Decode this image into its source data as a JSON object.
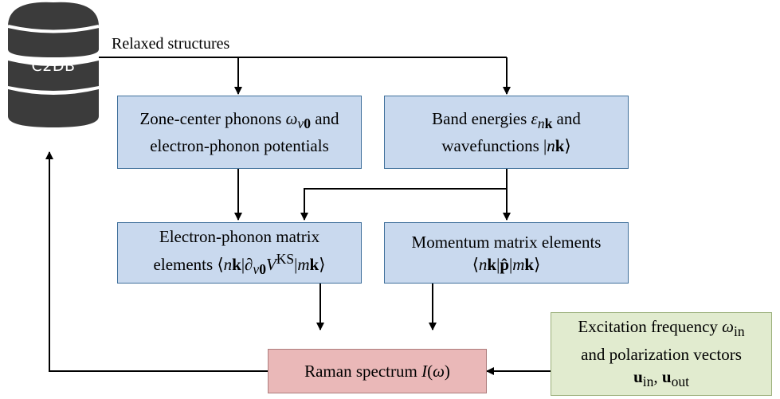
{
  "database": {
    "name": "C2DB"
  },
  "top_label": "Relaxed structures",
  "boxes": {
    "phonons": {
      "line1": "Zone-center phonons",
      "line2": "and",
      "line3": "electron-phonon potentials"
    },
    "bands": {
      "line1": "Band energies",
      "line2": "and",
      "line3": "wavefunctions"
    },
    "elph": {
      "line1": "Electron-phonon matrix",
      "line2": "elements"
    },
    "momentum": {
      "line1": "Momentum matrix elements"
    },
    "raman": {
      "line1": "Raman spectrum"
    },
    "excitation": {
      "line1": "Excitation frequency",
      "line2": "and polarization vectors"
    }
  },
  "colors": {
    "process_box": "#c9d9ee",
    "output_box": "#eab8b8",
    "input_box": "#e1ebcf",
    "database": "#3b3b3b"
  }
}
